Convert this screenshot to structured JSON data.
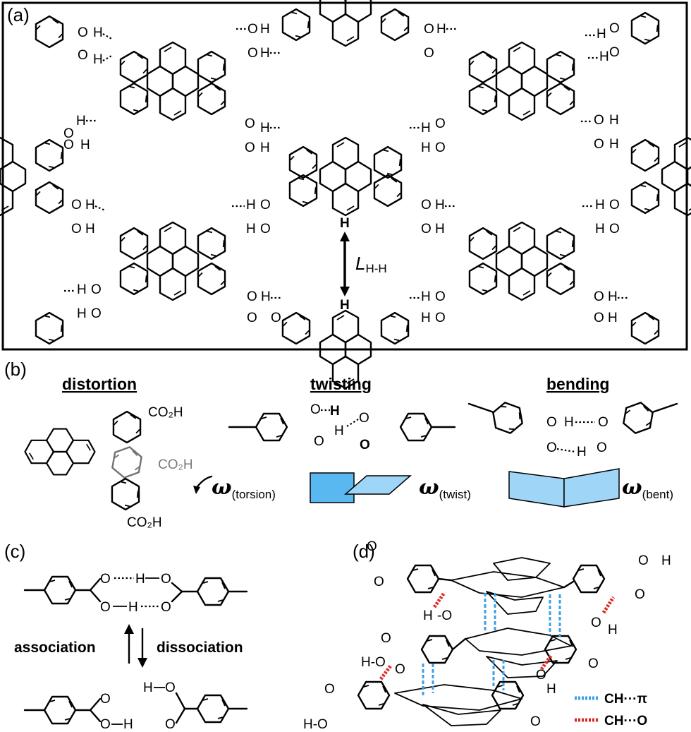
{
  "panels": {
    "a": {
      "label": "(a)",
      "atom_O": "O",
      "atom_H": "H",
      "distance_label": "L",
      "distance_sub": "H-H"
    },
    "b": {
      "label": "(b)",
      "distortion": {
        "title": "distortion",
        "group": "CO₂H",
        "omega": "ω",
        "omega_sub": "(torsion)"
      },
      "twisting": {
        "title": "twisting",
        "omega": "ω",
        "omega_sub": "(twist)"
      },
      "bending": {
        "title": "bending",
        "omega": "ω",
        "omega_sub": "(bent)"
      },
      "plane_color": "#5ab8f0",
      "plane_color_light": "#9fd5f7"
    },
    "c": {
      "label": "(c)",
      "association": "association",
      "dissociation": "dissociation"
    },
    "d": {
      "label": "(d)",
      "legend": [
        {
          "label": "CH···π",
          "color": "#3aa0e6"
        },
        {
          "label": "CH···O",
          "color": "#e02a2a"
        }
      ]
    }
  }
}
